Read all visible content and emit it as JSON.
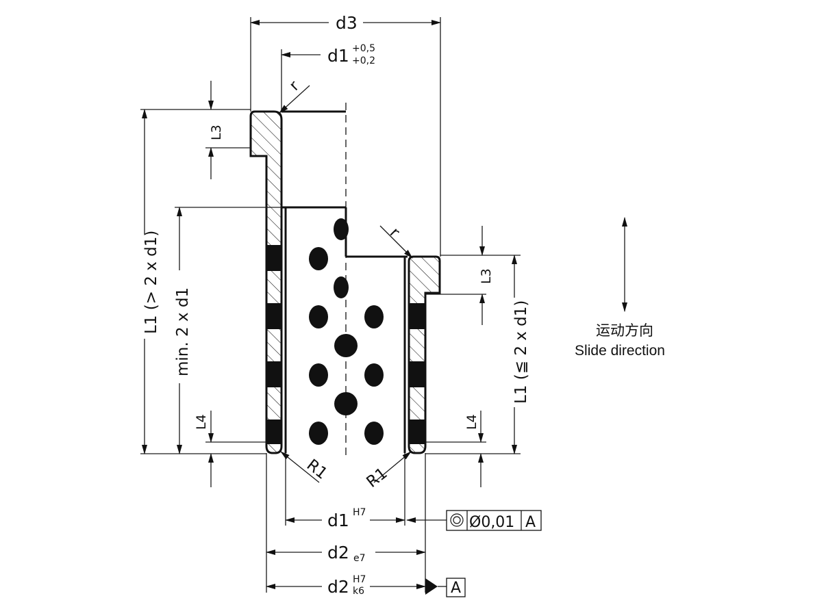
{
  "labels": {
    "d3": "d3",
    "d1_top": "d1",
    "tol_top_upper": "+0,5",
    "tol_top_lower": "+0,2",
    "r_left": "r",
    "r_right": "r",
    "L3_left": "L3",
    "L3_right": "L3",
    "L1_left": "L1 (> 2 x d1)",
    "min_len": "min. 2 x d1",
    "L1_right": "L1 (≦ 2 x d1)",
    "L4_left": "L4",
    "L4_right": "L4",
    "R1_left": "R1",
    "R1_right": "R1",
    "d1_bottom": "d1",
    "tol_d1_bottom": "H7",
    "d2_e7": "d2",
    "tol_e7": "e7",
    "d2_fit": "d2",
    "tol_H7": "H7",
    "tol_k6": "k6",
    "fcf_value": "Ø0,01",
    "fcf_datum": "A",
    "datum_box": "A"
  },
  "slide": {
    "chinese": "运动方向",
    "english": "Slide direction"
  }
}
